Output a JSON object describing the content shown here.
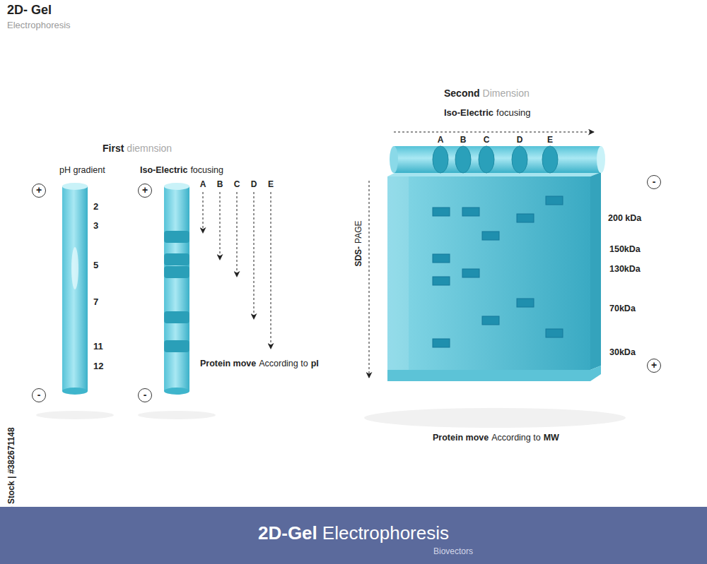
{
  "diagram": {
    "title": "2D- Gel",
    "nodes": [
      {
        "text": [
          "+"
        ]
      },
      {
        "text": [
          "+"
        ]
      },
      {
        "text": [
          "-"
        ]
      },
      {
        "text": [
          "-"
        ]
      },
      {
        "text": [
          "-"
        ]
      },
      {
        "text": [
          "+"
        ]
      },
      {
        "text": [
          "2D-Gel",
          "Electrophoresis",
          "Biovectors"
        ]
      }
    ],
    "labels": [
      "Electrophoresis",
      "First",
      "diemnsion",
      "pH gradient",
      "Iso-Electric",
      "focusing",
      "2",
      "3",
      "5",
      "7",
      "11",
      "12",
      "A",
      "B",
      "C",
      "D",
      "E",
      "Protein move",
      "According to",
      "pI",
      "Second",
      "Dimension",
      "Iso-Electric",
      "focusing",
      "A",
      "B",
      "C",
      "D",
      "E",
      "SDS-",
      "PAGE",
      "200 kDa",
      "150kDa",
      "130kDa",
      "70kDa",
      "30kDa",
      "Protein move",
      "According to",
      "MW",
      "Adobe Stock | #382671148"
    ]
  }
}
